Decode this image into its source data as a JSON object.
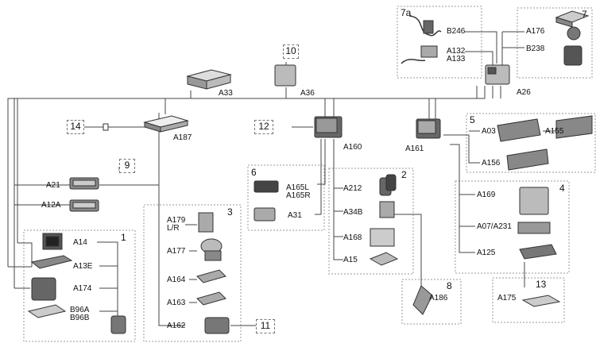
{
  "groups": {
    "g1": "1",
    "g2": "2",
    "g3": "3",
    "g4": "4",
    "g5": "5",
    "g6": "6",
    "g7": "7",
    "g7a": "7a",
    "g8": "8",
    "g9": "9",
    "g10": "10",
    "g11": "11",
    "g12": "12",
    "g13": "13",
    "g14": "14"
  },
  "labels": {
    "A03": "A03",
    "A07_A231": "A07/A231",
    "A12A": "A12A",
    "A13E": "A13E",
    "A14": "A14",
    "A15": "A15",
    "A21": "A21",
    "A26": "A26",
    "A31": "A31",
    "A33": "A33",
    "A34B": "A34B",
    "A36": "A36",
    "A125": "A125",
    "A132_A133": "A132\nA133",
    "A155": "A155",
    "A156": "A156",
    "A160": "A160",
    "A161": "A161",
    "A162": "A162",
    "A163": "A163",
    "A164": "A164",
    "A165": "A165L\nA165R",
    "A168": "A168",
    "A169": "A169",
    "A174": "A174",
    "A175": "A175",
    "A176": "A176",
    "A177": "A177",
    "A179": "A179\nL/R",
    "A186": "A186",
    "A187": "A187",
    "A212": "A212",
    "B96": "B96A\nB96B",
    "B238": "B238",
    "B246": "B246"
  }
}
